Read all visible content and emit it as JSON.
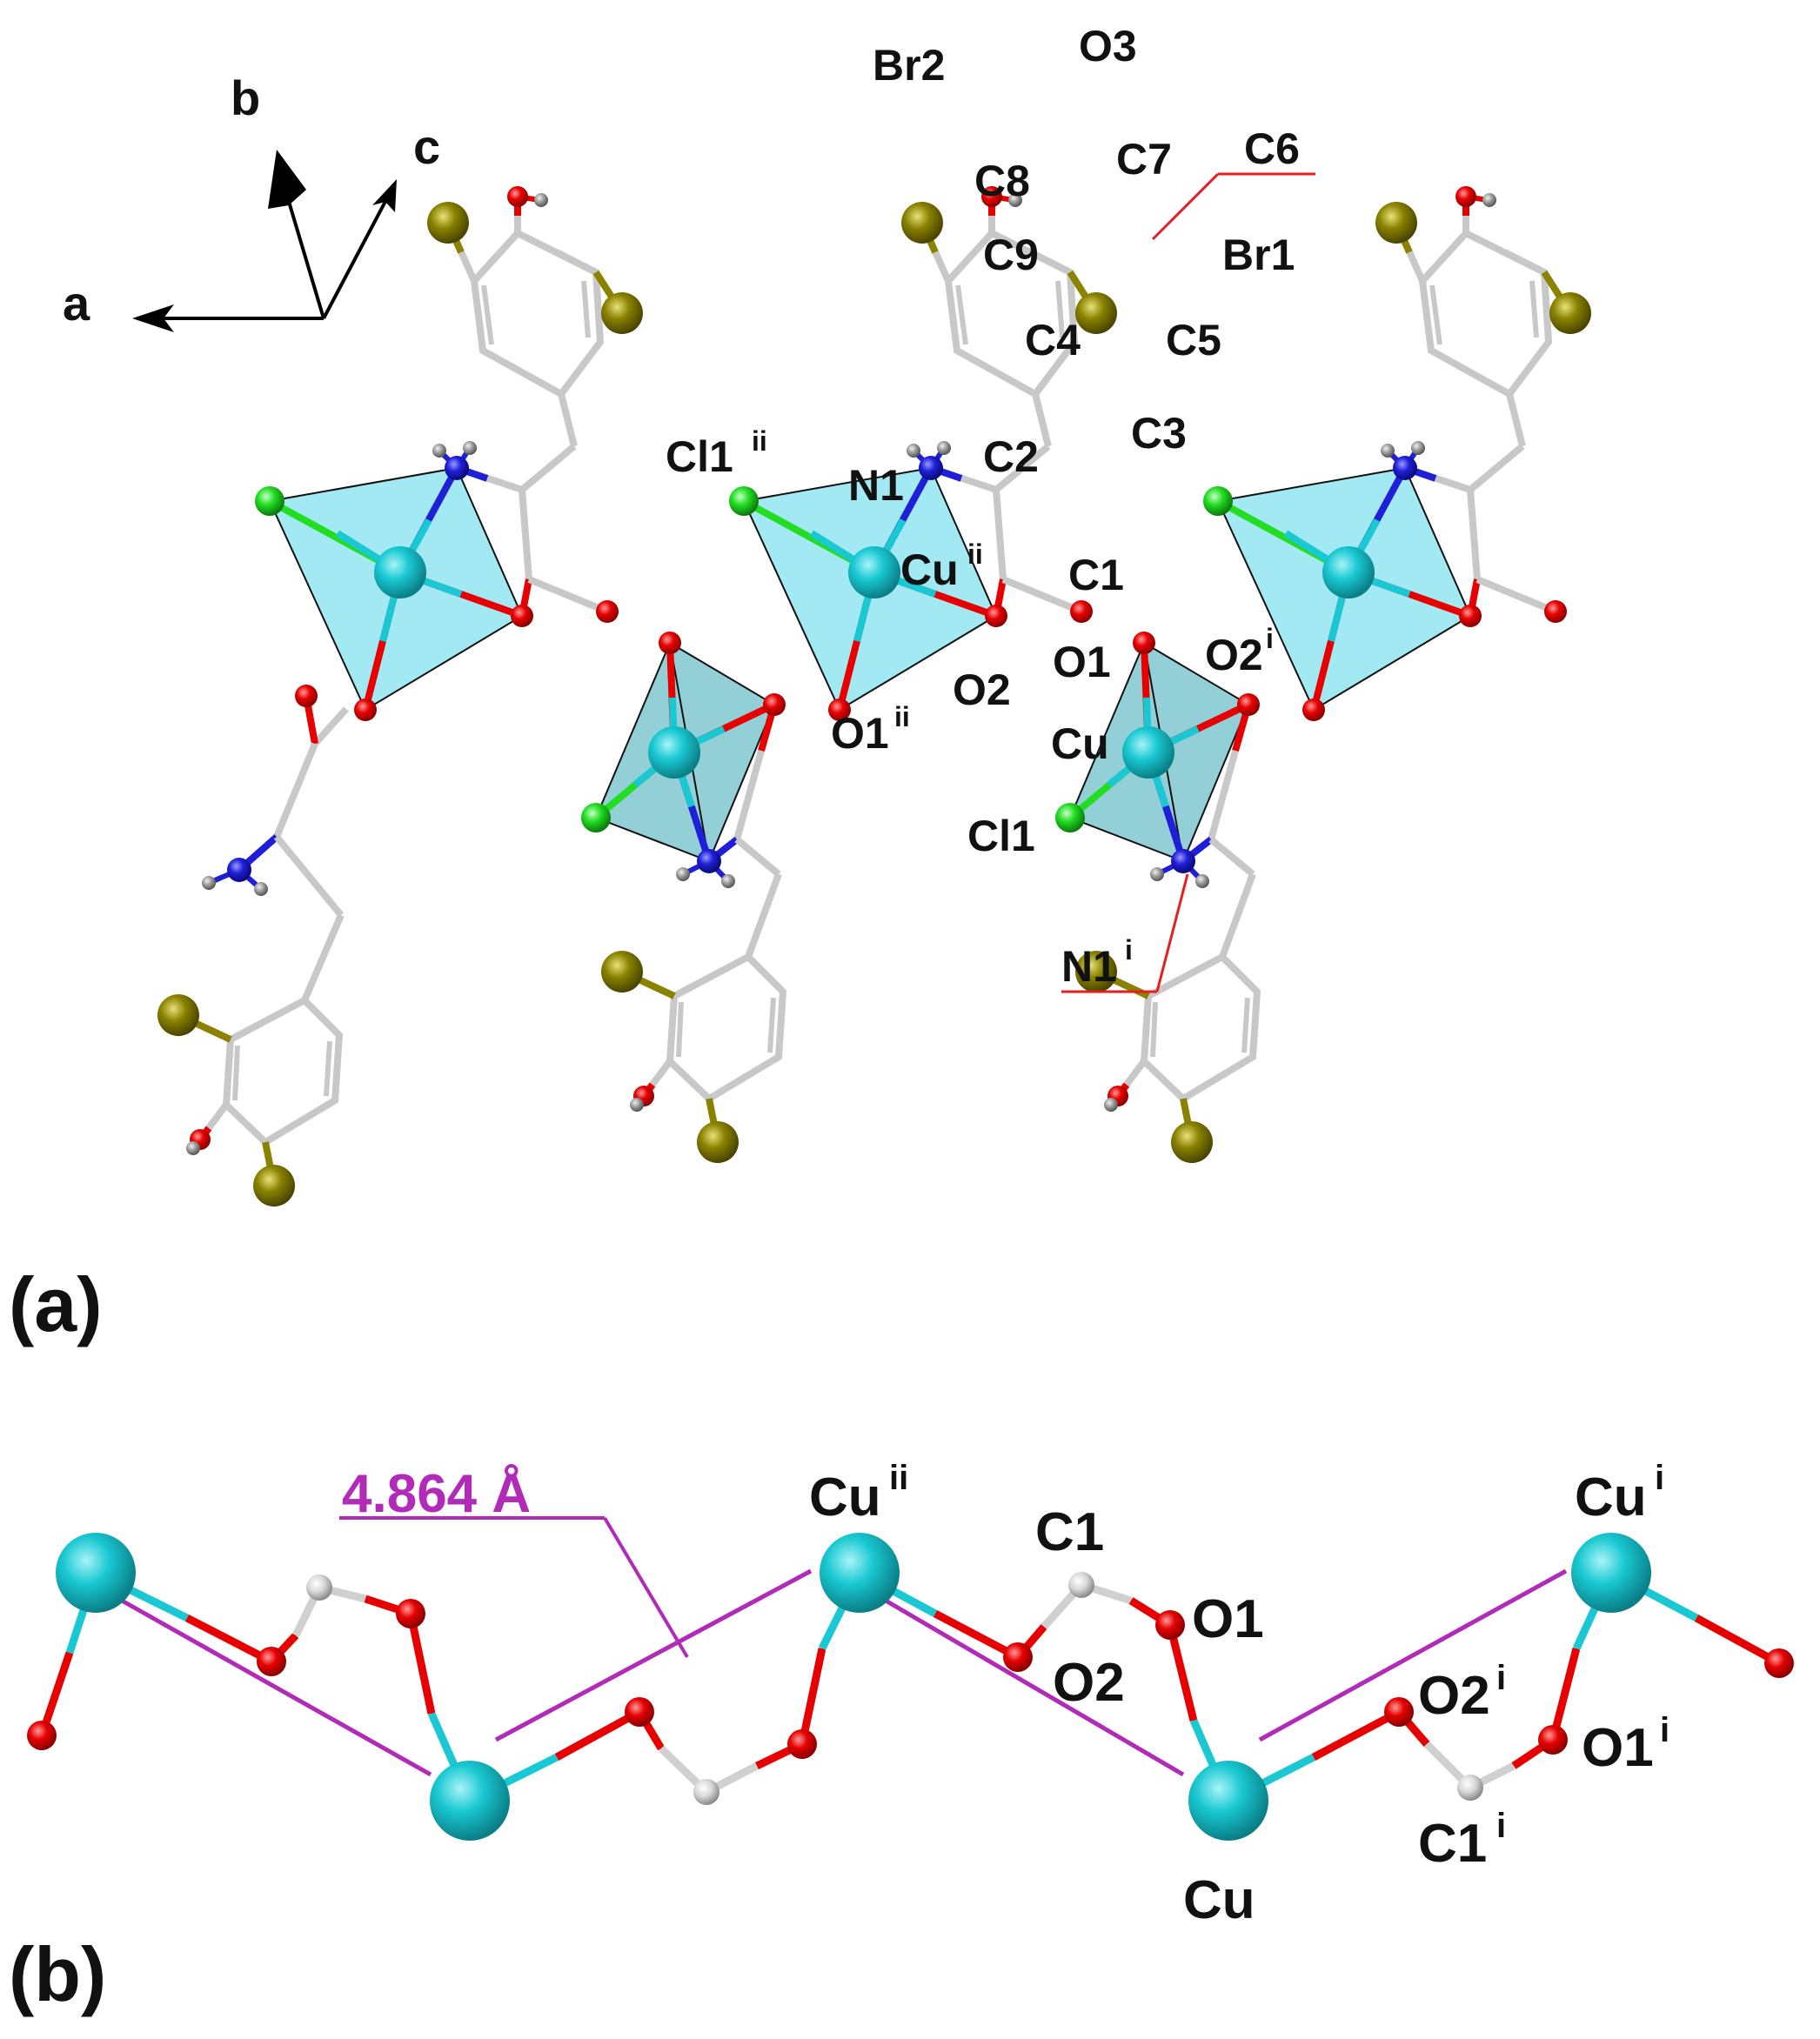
{
  "panel_labels": {
    "a": "(a)",
    "b": "(b)"
  },
  "axes": {
    "a": "a",
    "b": "b",
    "c": "c"
  },
  "colors": {
    "copper": "#19c8d2",
    "copper_dark": "#0a8e96",
    "oxygen": "#e60000",
    "nitrogen": "#1f1fd8",
    "chlorine": "#22dd22",
    "bromine": "#8a8200",
    "carbon_bond": "#c8c8c8",
    "hydrogen": "#8c8c8c",
    "polyhedron": "#7fe0f0",
    "polyhedron_dark": "#5eb8c4",
    "distance_line": "#b22bb8",
    "leader_line": "#e61e1e"
  },
  "atom_labels_a": {
    "br2": "Br2",
    "o3": "O3",
    "c7": "C7",
    "c6": "C6",
    "c8": "C8",
    "c9": "C9",
    "br1": "Br1",
    "c4": "C4",
    "c5": "C5",
    "c3": "C3",
    "c2": "C2",
    "cl1ii": "Cl1",
    "n1": "N1",
    "cuii": "Cu",
    "c1": "C1",
    "o1": "O1",
    "o2i": "O2",
    "o2": "O2",
    "o1ii": "O1",
    "cu": "Cu",
    "cl1": "Cl1",
    "n1i": "N1"
  },
  "atom_labels_b": {
    "distance": "4.864 Å",
    "cuii": "Cu",
    "c1": "C1",
    "o1": "O1",
    "o2": "O2",
    "cui": "Cu",
    "o2i": "O2",
    "o1i": "O1",
    "c1i": "C1",
    "cu": "Cu"
  },
  "superscripts": {
    "i": "i",
    "ii": "ii"
  }
}
